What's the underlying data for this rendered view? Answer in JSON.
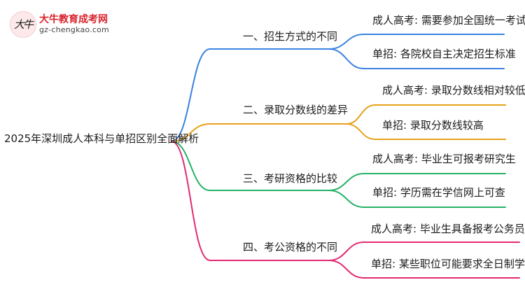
{
  "logo": {
    "name": "大牛教育成考网",
    "domain": "gz-chengkao.com",
    "mark": "大牛"
  },
  "root": {
    "label": "2025年深圳成人本科与单招区别全面解析"
  },
  "branches": [
    {
      "label": "一、招生方式的不同",
      "color": "#3b82e0",
      "leaves": [
        "成人高考: 需要参加全国统一考试",
        "单招: 各院校自主决定招生标准"
      ]
    },
    {
      "label": "二、录取分数线的差异",
      "color": "#e8a11a",
      "leaves": [
        "成人高考: 录取分数线相对较低",
        "单招: 录取分数线较高"
      ]
    },
    {
      "label": "三、考研资格的比较",
      "color": "#27b267",
      "leaves": [
        "成人高考: 毕业生可报考研究生",
        "单招: 学历需在学信网上可查"
      ]
    },
    {
      "label": "四、考公资格的不同",
      "color": "#e32a73",
      "leaves": [
        "成人高考: 毕业生具备报考公务员资格",
        "单招: 某些职位可能要求全日制学历"
      ]
    }
  ]
}
